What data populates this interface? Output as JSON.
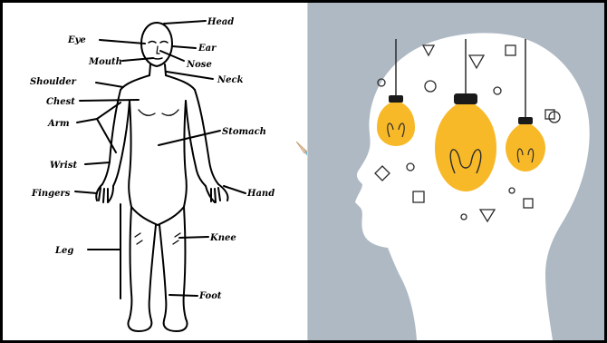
{
  "body_diagram": {
    "labels": {
      "head": "Head",
      "eye": "Eye",
      "ear": "Ear",
      "mouth": "Mouth",
      "nose": "Nose",
      "neck": "Neck",
      "shoulder": "Shoulder",
      "chest": "Chest",
      "arm": "Arm",
      "stomach": "Stomach",
      "wrist": "Wrist",
      "hand": "Hand",
      "fingers": "Fingers",
      "knee": "Knee",
      "leg": "Leg",
      "foot": "Foot"
    }
  },
  "ideas_illustration": {
    "background_color": "#aeb9c3",
    "head_color": "#ffffff",
    "bulb_color": "#f7b928",
    "cap_color": "#1a1a1a",
    "bulb_icon": "light-bulb-icon"
  }
}
